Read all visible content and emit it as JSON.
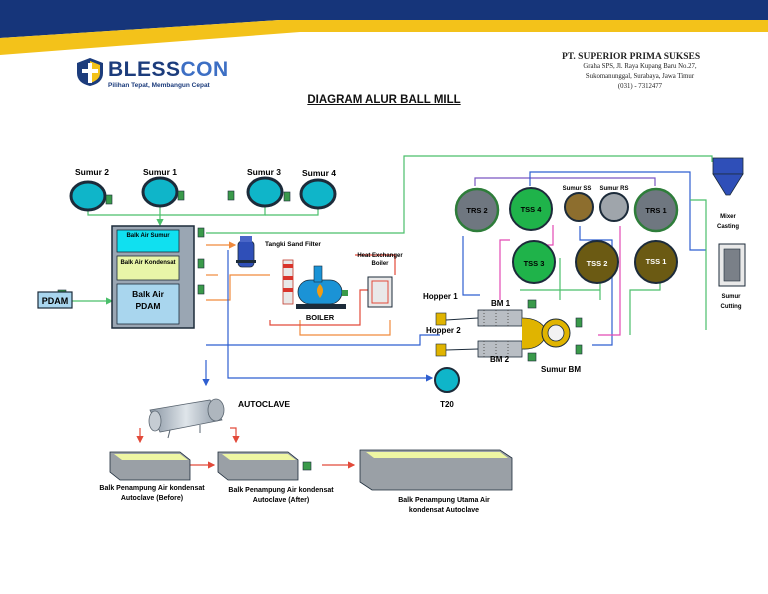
{
  "header": {
    "brand_part1": "BLESS",
    "brand_part2": "CON",
    "tagline": "Pilihan Tepat, Membangun Cepat",
    "company_name": "PT. SUPERIOR PRIMA SUKSES",
    "address_line1": "Graha SPS, Jl. Raya Kupang Baru No.27,",
    "address_line2": "Sukomanunggal, Surabaya, Jawa Timur",
    "phone": "(031) - 7312477",
    "colors": {
      "navy": "#16357a",
      "yellow": "#f3c21a"
    }
  },
  "title": "DIAGRAM ALUR BALL MILL",
  "wells": {
    "sumur2": "Sumur 2",
    "sumur1": "Sumur 1",
    "sumur3": "Sumur 3",
    "sumur4": "Sumur 4"
  },
  "basins": {
    "sumur": "Balk Air Sumur",
    "kondensat": "Balk Air Kondensat",
    "pdam": "Balk Air PDAM",
    "pdam_source": "PDAM"
  },
  "equipment": {
    "sand_filter": "Tangki Sand Filter",
    "heat_exchanger": "Heat Exchanger Boiler",
    "boiler": "BOILER",
    "hopper1": "Hopper 1",
    "hopper2": "Hopper 2",
    "bm1": "BM 1",
    "bm2": "BM 2",
    "sumur_bm": "Sumur BM",
    "t20": "T20",
    "autoclave": "AUTOCLAVE",
    "mixer": "Mixer Casting",
    "sumur_cutting": "Sumur Cutting"
  },
  "tanks": {
    "trs2": "TRS 2",
    "tss4": "TSS 4",
    "sumur_ss": "Sumur SS",
    "sumur_rs": "Sumur RS",
    "trs1": "TRS 1",
    "tss3": "TSS 3",
    "tss2": "TSS 2",
    "tss1": "TSS 1"
  },
  "condensate": {
    "before": "Balk Penampung Air kondensat Autoclave (Before)",
    "after": "Balk Penampung Air kondensat Autoclave (After)",
    "main": "Balk Penampung Utama Air kondensat Autoclave"
  }
}
